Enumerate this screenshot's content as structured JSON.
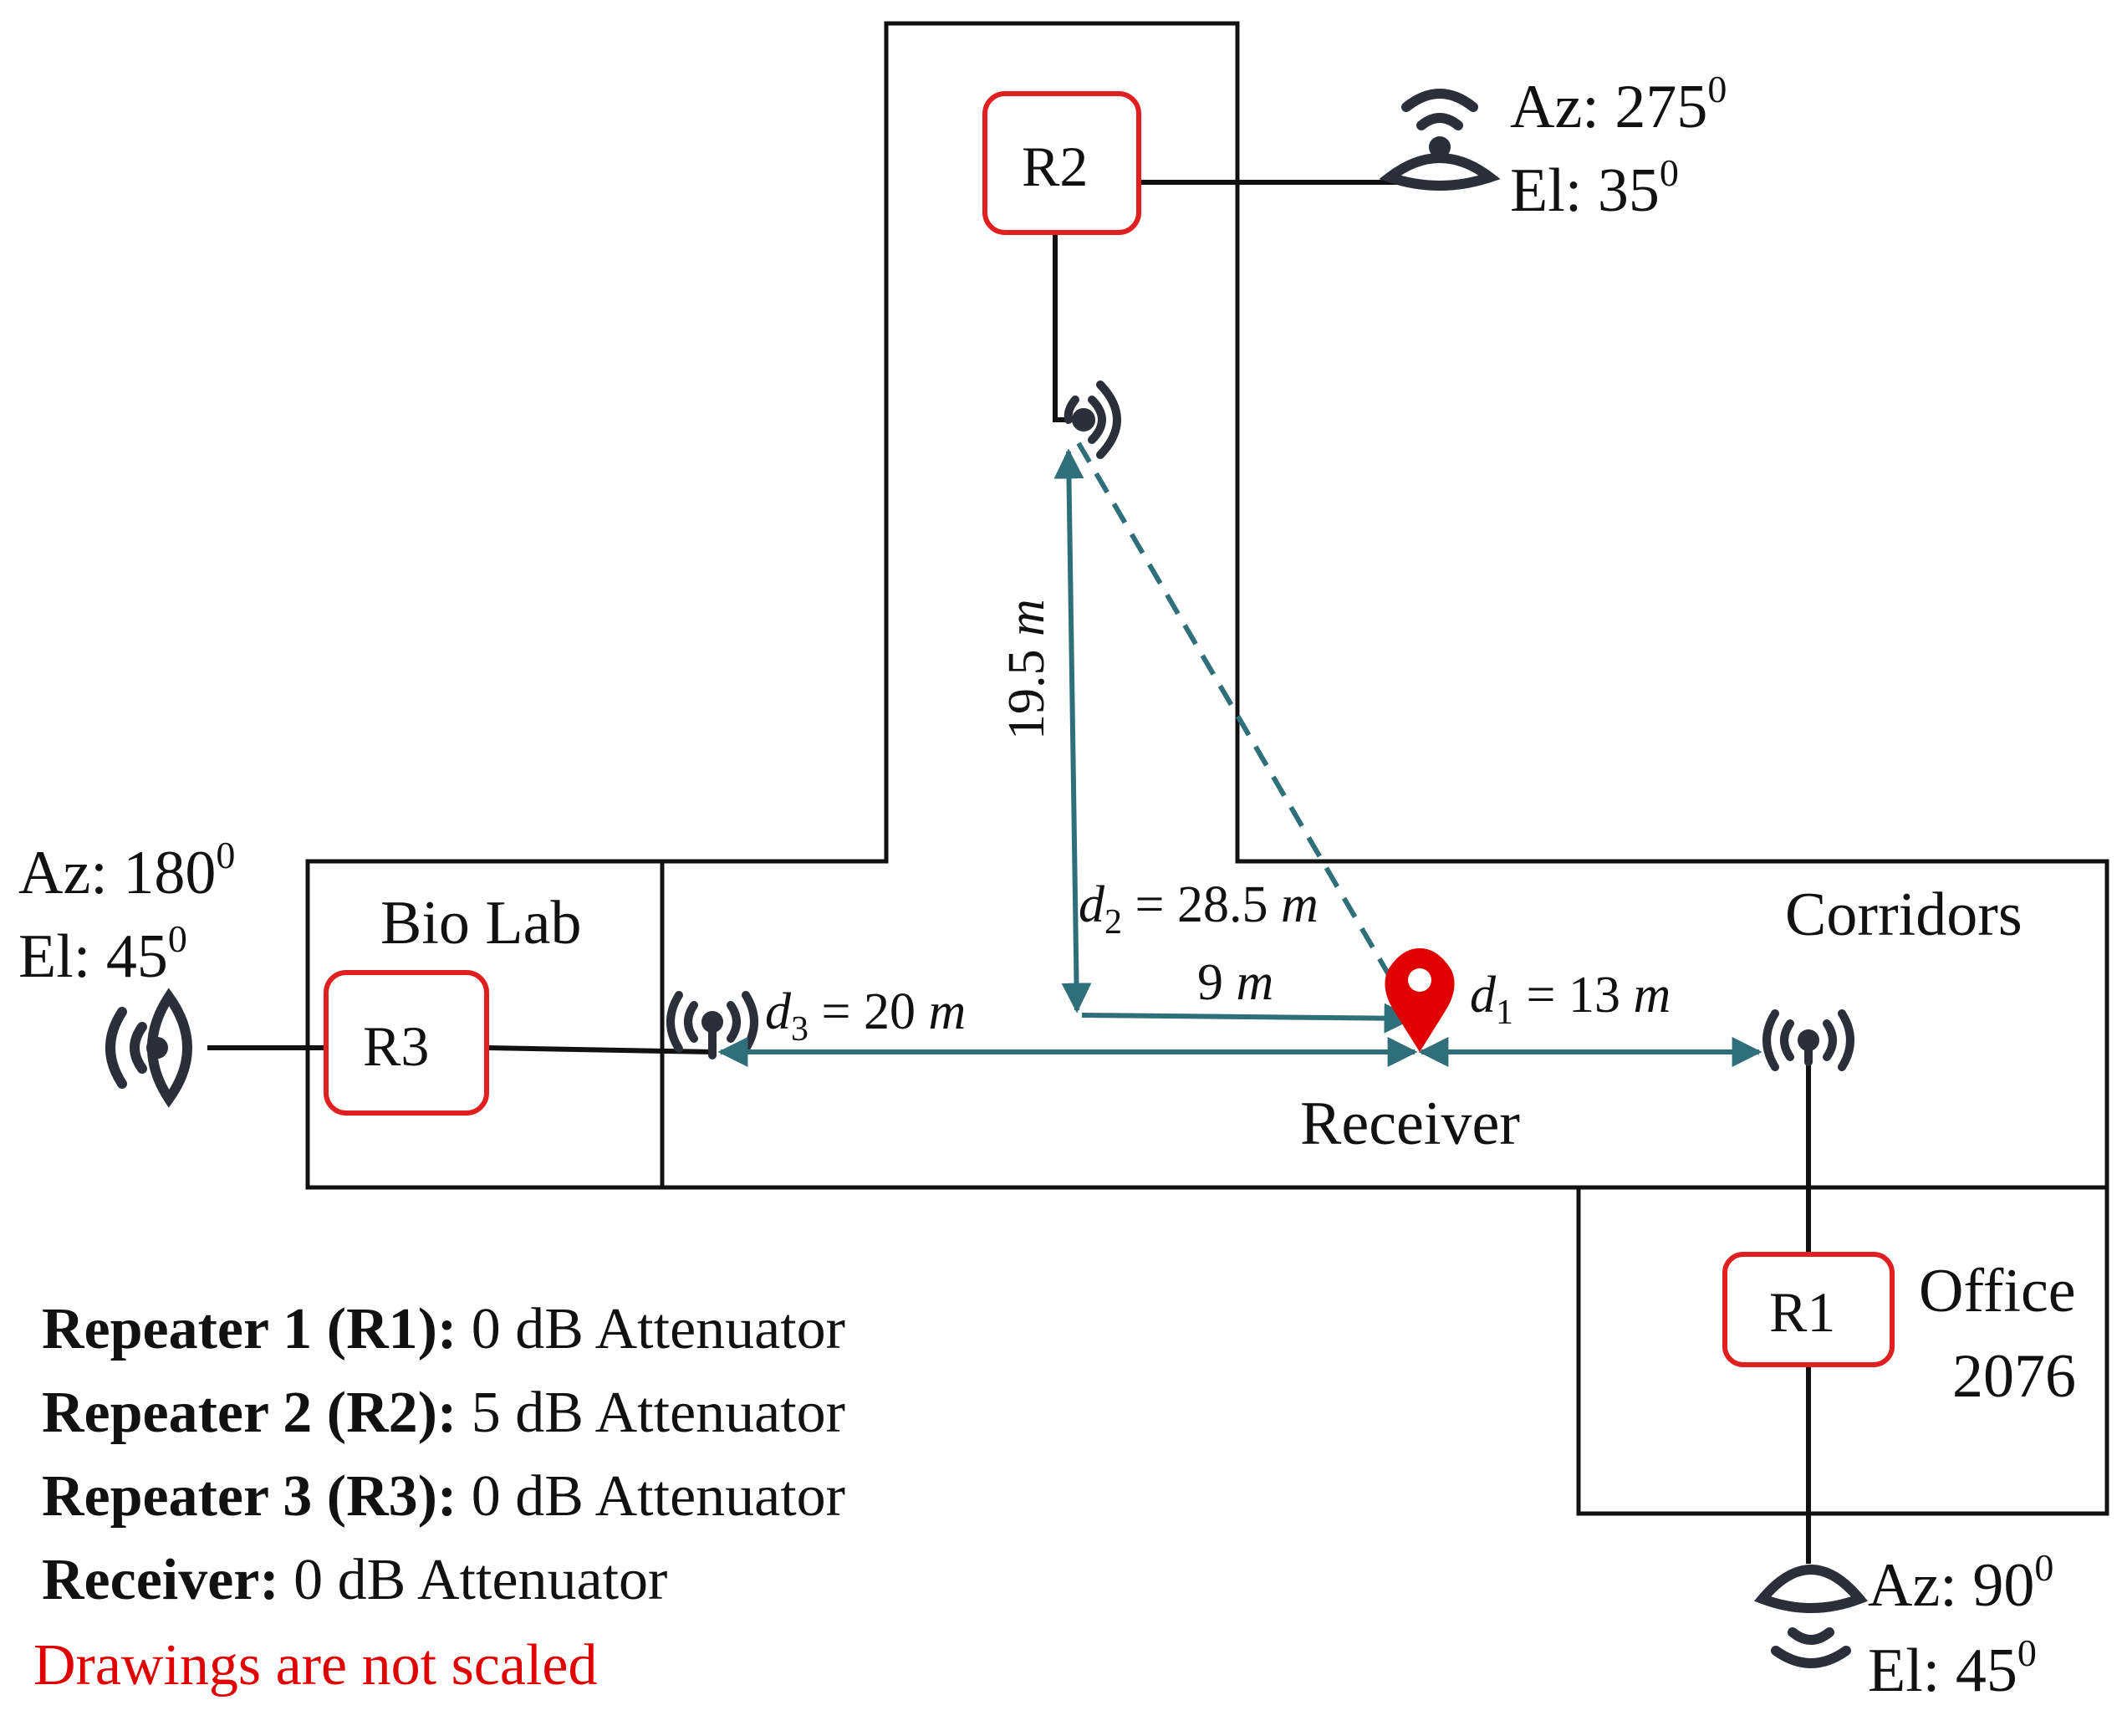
{
  "rooms": {
    "bio_lab": "Bio Lab",
    "corridors": "Corridors",
    "office_line1": "Office",
    "office_line2": "2076"
  },
  "repeaters": {
    "r1": "R1",
    "r2": "R2",
    "r3": "R3"
  },
  "receiver_label": "Receiver",
  "antennas": {
    "r2": {
      "az": "Az: 275",
      "el": "El: 35",
      "sup": "0"
    },
    "r3": {
      "az": "Az: 180",
      "el": "El: 45",
      "sup": "0"
    },
    "r1": {
      "az": "Az: 90",
      "el": "El: 45",
      "sup": "0"
    }
  },
  "distances": {
    "d1_var": "d",
    "d1_sub": "1",
    "d1_val": " = 13 ",
    "d1_unit": "m",
    "d2_var": "d",
    "d2_sub": "2",
    "d2_val": " = 28.5 ",
    "d2_unit": "m",
    "d3_var": "d",
    "d3_sub": "3",
    "d3_val": " = 20 ",
    "d3_unit": "m",
    "vertical_val": "19.5 ",
    "vertical_unit": "m",
    "horizontal_val": "9 ",
    "horizontal_unit": "m"
  },
  "legend": [
    {
      "bold": "Repeater 1 (R1):",
      "text": " 0 dB Attenuator"
    },
    {
      "bold": "Repeater 2 (R2):",
      "text": " 5 dB Attenuator"
    },
    {
      "bold": "Repeater 3 (R3):",
      "text": " 0 dB Attenuator"
    },
    {
      "bold": "Receiver:",
      "text": " 0 dB Attenuator"
    }
  ],
  "note": "Drawings are not scaled",
  "colors": {
    "wall": "#111111",
    "repeater_border": "#e02020",
    "arrow": "#2e6f7a",
    "marker": "#e00000",
    "note": "#e00000"
  }
}
